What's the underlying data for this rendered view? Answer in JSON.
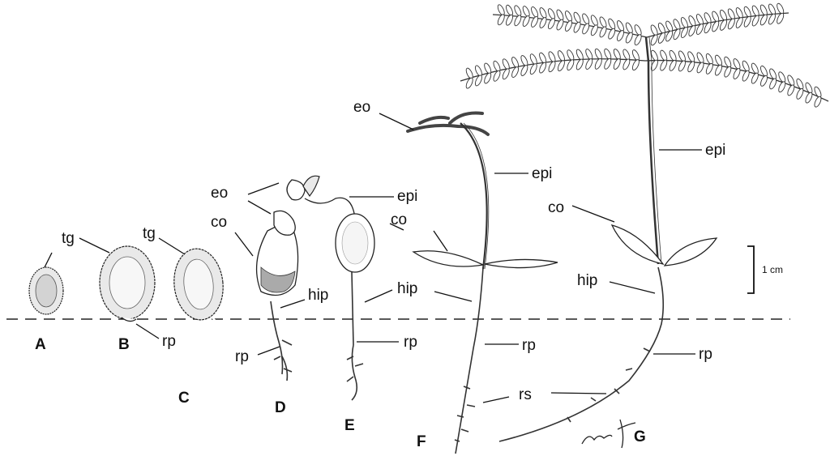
{
  "stages": [
    "A",
    "B",
    "C",
    "D",
    "E",
    "F",
    "G"
  ],
  "labels": {
    "tg": "tg",
    "rp": "rp",
    "co": "co",
    "eo": "eo",
    "epi": "epi",
    "hip": "hip",
    "rs": "rs"
  },
  "scale_bar": {
    "text": "1 cm"
  },
  "colors": {
    "ink": "#222222",
    "fill": "#e9e9e9",
    "background": "#ffffff"
  }
}
